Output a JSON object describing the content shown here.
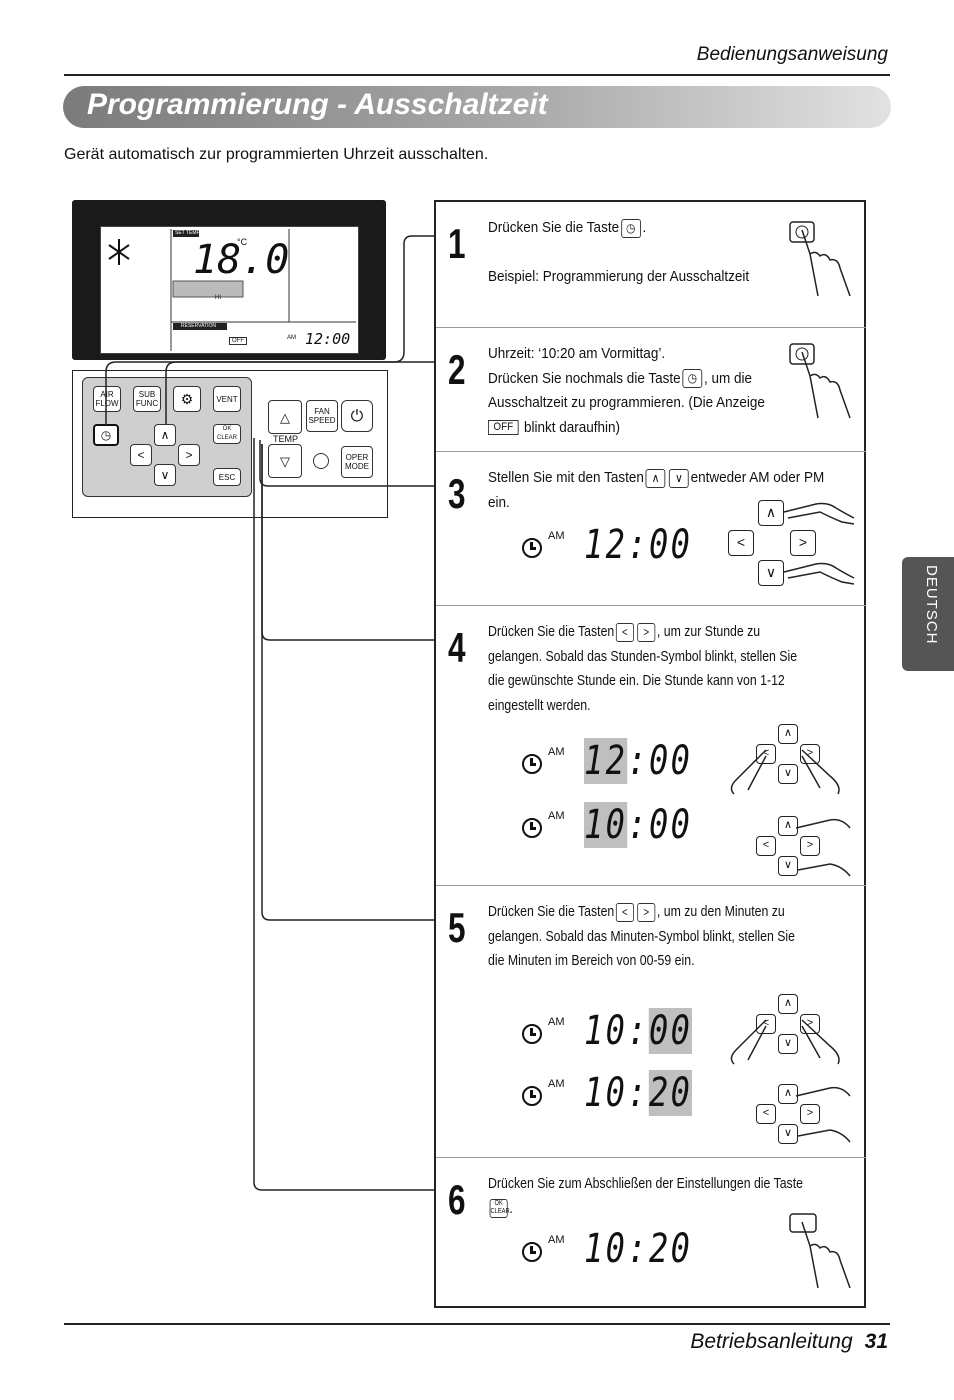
{
  "header": {
    "section": "Bedienungsanweisung"
  },
  "title": "Programmierung - Ausschaltzeit",
  "intro": "Gerät automatisch zur programmierten Uhrzeit ausschalten.",
  "remote": {
    "lcd": {
      "set_temp": "SET TEMP",
      "temp": "18.0",
      "unit": "°C",
      "fan": "HI",
      "reservation": "RESERVATION",
      "off": "OFF",
      "am": "AM",
      "time": "12:00"
    },
    "buttons": {
      "airflow": "AIR FLOW",
      "subfunc": "SUB FUNC",
      "vent": "VENT",
      "ok": "OK CLEAR",
      "esc": "ESC",
      "fan_speed": "FAN SPEED",
      "temp": "TEMP",
      "oper_mode": "OPER MODE"
    }
  },
  "steps": [
    {
      "number": "1",
      "lines": [
        "Drücken Sie die Taste",
        ".",
        "Beispiel: Programmierung der Ausschaltzeit"
      ]
    },
    {
      "number": "2",
      "lines": [
        "Uhrzeit: ‘10:20 am Vormittag’.",
        "Drücken Sie nochmals die Taste",
        ", um die",
        "Ausschaltzeit zu programmieren. (Die Anzeige",
        "OFF",
        "blinkt daraufhin)"
      ]
    },
    {
      "number": "3",
      "lines": [
        "Stellen Sie mit den Tasten",
        "entweder AM oder PM",
        "ein."
      ],
      "display": {
        "am": "AM",
        "time": "12:00"
      }
    },
    {
      "number": "4",
      "lines": [
        "Drücken Sie die Tasten",
        ", um zur Stunde zu",
        "gelangen. Sobald das Stunden-Symbol blinkt, stellen Sie",
        "die gewünschte Stunde ein. Die Stunde kann von 1-12",
        "eingestellt werden."
      ],
      "displays": [
        {
          "am": "AM",
          "hour": "12",
          "min": "00"
        },
        {
          "am": "AM",
          "hour": "10",
          "min": "00"
        }
      ]
    },
    {
      "number": "5",
      "lines": [
        "Drücken Sie die Tasten",
        ", um zu den Minuten zu",
        "gelangen. Sobald das Minuten-Symbol blinkt, stellen Sie",
        "die Minuten im Bereich von 00-59 ein."
      ],
      "displays": [
        {
          "am": "AM",
          "hour": "10",
          "min": "00"
        },
        {
          "am": "AM",
          "hour": "10",
          "min": "20"
        }
      ]
    },
    {
      "number": "6",
      "lines": [
        "Drücken Sie zum Abschließen der Einstellungen die Taste",
        "."
      ],
      "display": {
        "am": "AM",
        "time": "10:20"
      }
    }
  ],
  "side_tab": "DEUTSCH",
  "footer": {
    "text": "Betriebsanleitung",
    "page": "31"
  }
}
